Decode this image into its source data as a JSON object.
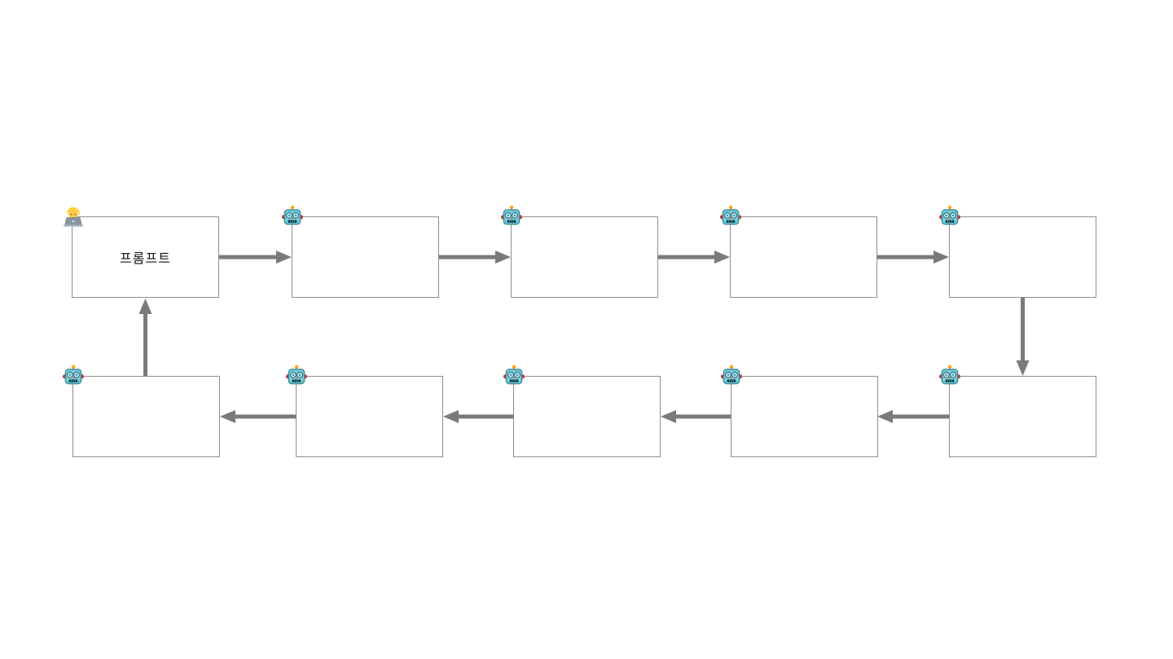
{
  "diagram": {
    "description": "Circular flow of a prompt passed between a user and nine AI agents",
    "background_color": "#ffffff",
    "node_border_color": "#8e8e8e",
    "node_fill_color": "#ffffff",
    "arrow_color": "#7a7a7a",
    "label_text_color": "#141414"
  },
  "nodes": [
    {
      "id": "user-prompt",
      "position": "top-row-1",
      "icon": "technologist-emoji",
      "emoji": "🧑‍💻",
      "label": "프롬프트"
    },
    {
      "id": "agent-1",
      "position": "top-row-2",
      "icon": "robot-emoji",
      "emoji": "🤖",
      "label": ""
    },
    {
      "id": "agent-2",
      "position": "top-row-3",
      "icon": "robot-emoji",
      "emoji": "🤖",
      "label": ""
    },
    {
      "id": "agent-3",
      "position": "top-row-4",
      "icon": "robot-emoji",
      "emoji": "🤖",
      "label": ""
    },
    {
      "id": "agent-4",
      "position": "top-row-5",
      "icon": "robot-emoji",
      "emoji": "🤖",
      "label": ""
    },
    {
      "id": "agent-9",
      "position": "bottom-row-1",
      "icon": "robot-emoji",
      "emoji": "🤖",
      "label": ""
    },
    {
      "id": "agent-8",
      "position": "bottom-row-2",
      "icon": "robot-emoji",
      "emoji": "🤖",
      "label": ""
    },
    {
      "id": "agent-7",
      "position": "bottom-row-3",
      "icon": "robot-emoji",
      "emoji": "🤖",
      "label": ""
    },
    {
      "id": "agent-6",
      "position": "bottom-row-4",
      "icon": "robot-emoji",
      "emoji": "🤖",
      "label": ""
    },
    {
      "id": "agent-5",
      "position": "bottom-row-5",
      "icon": "robot-emoji",
      "emoji": "🤖",
      "label": ""
    }
  ],
  "connections": [
    {
      "from": "user-prompt",
      "to": "agent-1",
      "direction": "right"
    },
    {
      "from": "agent-1",
      "to": "agent-2",
      "direction": "right"
    },
    {
      "from": "agent-2",
      "to": "agent-3",
      "direction": "right"
    },
    {
      "from": "agent-3",
      "to": "agent-4",
      "direction": "right"
    },
    {
      "from": "agent-4",
      "to": "agent-5",
      "direction": "down"
    },
    {
      "from": "agent-5",
      "to": "agent-6",
      "direction": "left"
    },
    {
      "from": "agent-6",
      "to": "agent-7",
      "direction": "left"
    },
    {
      "from": "agent-7",
      "to": "agent-8",
      "direction": "left"
    },
    {
      "from": "agent-8",
      "to": "agent-9",
      "direction": "left"
    },
    {
      "from": "agent-9",
      "to": "user-prompt",
      "direction": "up"
    }
  ]
}
